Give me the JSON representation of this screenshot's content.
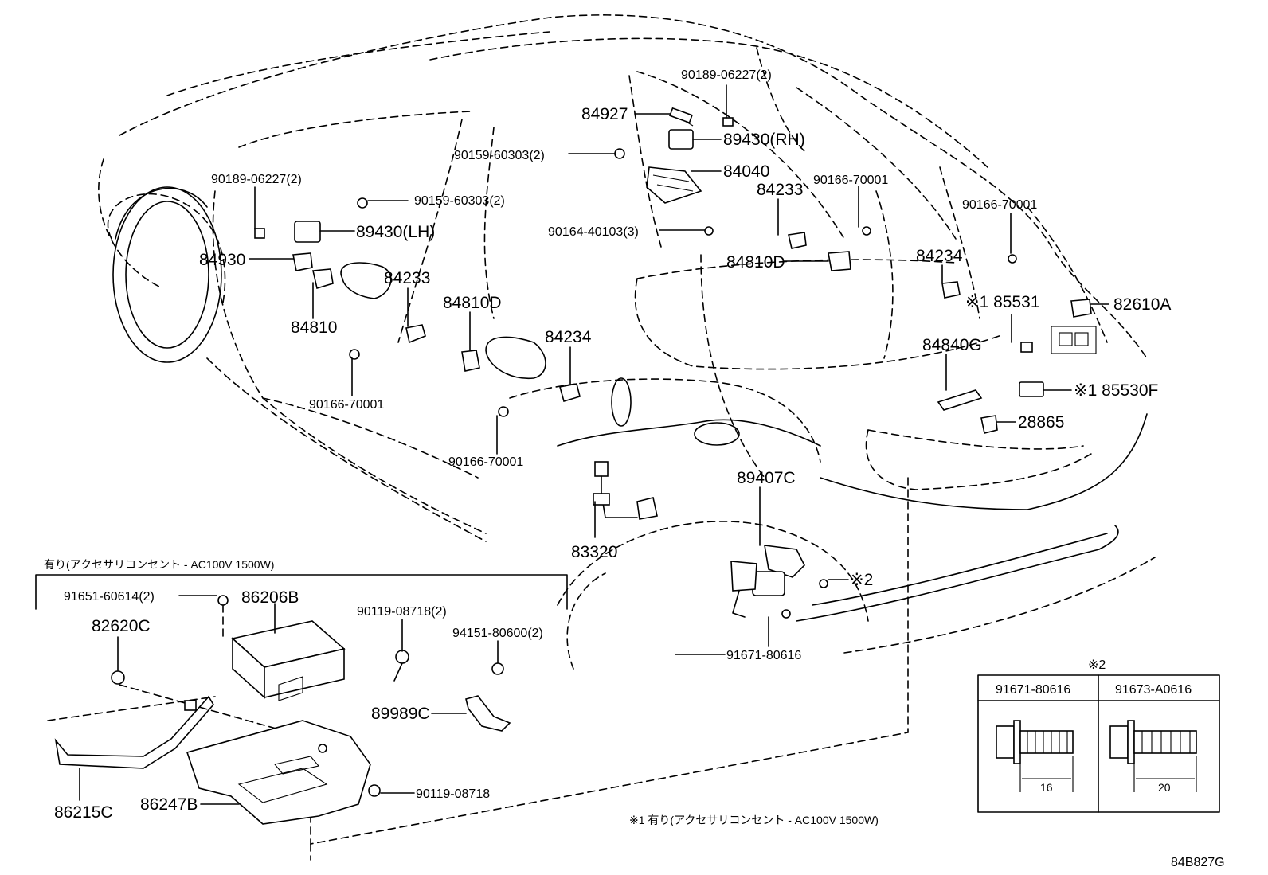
{
  "labels": {
    "l_90189_06227_2_top": "90189-06227(2)",
    "l_84927": "84927",
    "l_89430_rh": "89430(RH)",
    "l_90159_60303_2_mid": "90159-60303(2)",
    "l_84040": "84040",
    "l_84233_right": "84233",
    "l_90166_70001_a": "90166-70001",
    "l_90166_70001_b": "90166-70001",
    "l_90164_40103_3": "90164-40103(3)",
    "l_90189_06227_2_left": "90189-06227(2)",
    "l_90159_60303_2_left": "90159-60303(2)",
    "l_89430_lh": "89430(LH)",
    "l_84930": "84930",
    "l_84810": "84810",
    "l_84233_left": "84233",
    "l_84810d_left": "84810D",
    "l_84810d_right": "84810D",
    "l_84234_mid": "84234",
    "l_84234_right": "84234",
    "l_85531": "※1 85531",
    "l_82610a": "82610A",
    "l_84840g": "84840G",
    "l_85530f": "※1 85530F",
    "l_28865": "28865",
    "l_90166_70001_left": "90166-70001",
    "l_90166_70001_mid": "90166-70001",
    "l_89407c": "89407C",
    "l_83320": "83320",
    "l_ref2": "※2",
    "l_91671_80616": "91671-80616",
    "l_note_top": "有り(アクセサリコンセント - AC100V 1500W)",
    "l_91651_60614_2": "91651-60614(2)",
    "l_86206b": "86206B",
    "l_82620c": "82620C",
    "l_90119_08718_2": "90119-08718(2)",
    "l_94151_80600_2": "94151-80600(2)",
    "l_89989c": "89989C",
    "l_90119_08718": "90119-08718",
    "l_86215c": "86215C",
    "l_86247b": "86247B",
    "l_note_bottom": "※1 有り(アクセサリコンセント - AC100V 1500W)",
    "l_diagram_code": "84B827G"
  },
  "inset": {
    "title": "※2",
    "col1_header": "91671-80616",
    "col2_header": "91673-A0616",
    "col1_dim": "16",
    "col2_dim": "20"
  }
}
